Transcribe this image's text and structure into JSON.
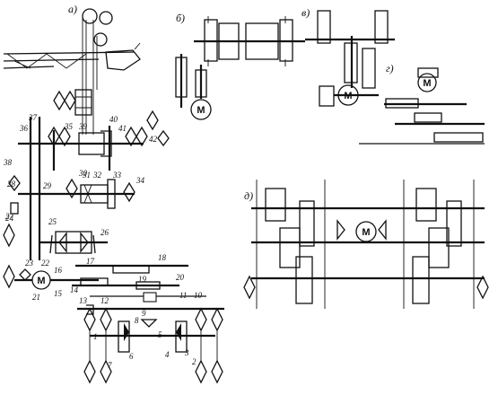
{
  "panels": {
    "a": "a)",
    "b": "б)",
    "v": "в)",
    "g": "г)",
    "d": "д)"
  },
  "motor_label": "M",
  "part_numbers": [
    "1",
    "2",
    "3",
    "4",
    "5",
    "6",
    "7",
    "8",
    "9",
    "10",
    "11",
    "12",
    "13",
    "14",
    "15",
    "16",
    "17",
    "18",
    "19",
    "20",
    "21",
    "22",
    "23",
    "24",
    "25",
    "26",
    "27",
    "28",
    "29",
    "30",
    "31",
    "32",
    "33",
    "34",
    "35",
    "36",
    "37",
    "38",
    "39",
    "40",
    "41",
    "42"
  ],
  "chart_data": {
    "type": "diagram",
    "panels": [
      "a)",
      "б)",
      "в)",
      "г)",
      "д)"
    ],
    "elements": [
      "gears",
      "shafts",
      "bearings",
      "clutches",
      "electric motors (M)"
    ]
  }
}
